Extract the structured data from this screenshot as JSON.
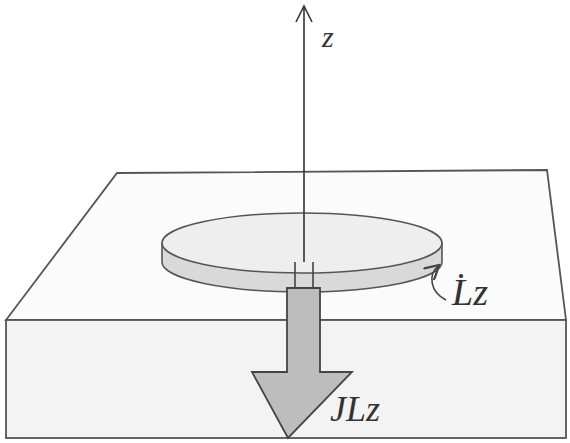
{
  "diagram": {
    "labels": [
      "z",
      "L̇z",
      "JLz"
    ]
  }
}
